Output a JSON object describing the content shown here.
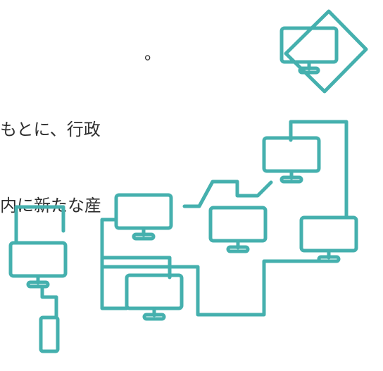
{
  "text": {
    "lines": [
      "。",
      "もとに、行政",
      "内に新たな産"
    ]
  },
  "illustration": {
    "stroke_color": "#45b0ae",
    "icons": [
      "monitor-icon",
      "smartphone-icon",
      "diamond-frame"
    ]
  }
}
